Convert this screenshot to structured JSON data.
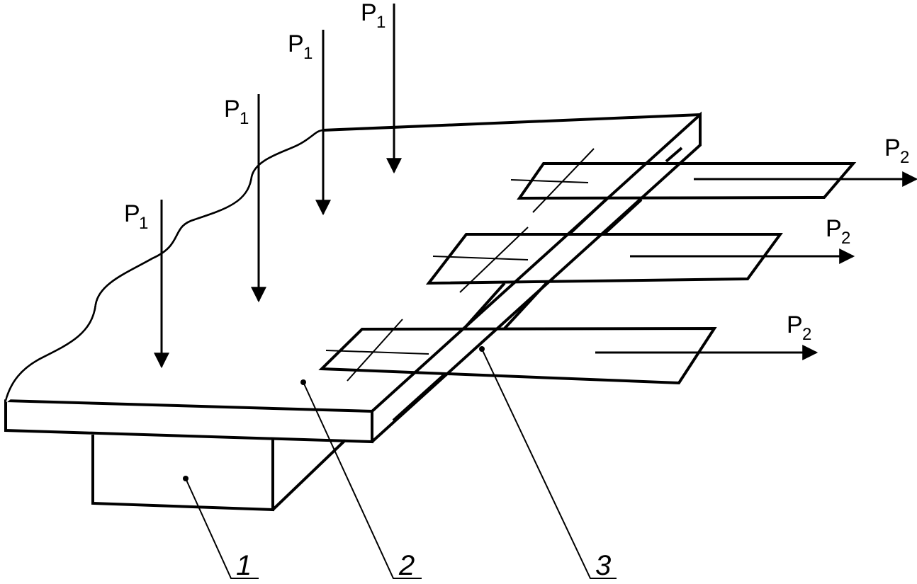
{
  "labels": {
    "p1_main": "P",
    "p1_sub": "1",
    "p2_main": "P",
    "p2_sub": "2",
    "part_1": "1",
    "part_2": "2",
    "part_3": "3"
  }
}
